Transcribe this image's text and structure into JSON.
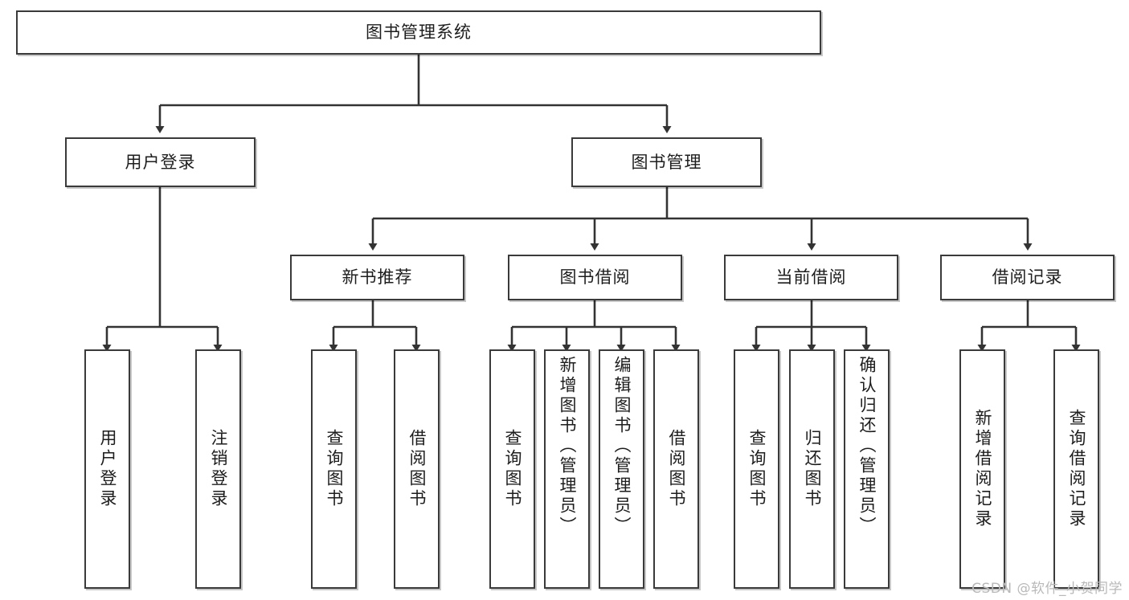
{
  "diagram": {
    "title": "图书管理系统",
    "watermark": "CSDN @软件_小贺同学",
    "colors": {
      "box_border": "#3a3a3a",
      "box_fill": "#ffffff",
      "connector": "#333333",
      "text": "#1d1d1d",
      "watermark": "#b9b9b9"
    },
    "nodes": {
      "root": {
        "label": "图书管理系统"
      },
      "level2": [
        {
          "id": "user-login",
          "label": "用户登录"
        },
        {
          "id": "book-management",
          "label": "图书管理"
        }
      ],
      "level3": [
        {
          "id": "new-book-recommend",
          "label": "新书推荐"
        },
        {
          "id": "book-borrow",
          "label": "图书借阅"
        },
        {
          "id": "current-borrow",
          "label": "当前借阅"
        },
        {
          "id": "borrow-record",
          "label": "借阅记录"
        }
      ],
      "leaves": {
        "user-login": [
          {
            "id": "leaf-user-login",
            "label": "用户登录"
          },
          {
            "id": "leaf-logout-login",
            "label": "注销登录"
          }
        ],
        "new-book-recommend": [
          {
            "id": "leaf-query-book-1",
            "label": "查询图书"
          },
          {
            "id": "leaf-borrow-book-1",
            "label": "借阅图书"
          }
        ],
        "book-borrow": [
          {
            "id": "leaf-query-book-2",
            "label": "查询图书"
          },
          {
            "id": "leaf-add-book",
            "label": "新增图书（管理员）"
          },
          {
            "id": "leaf-edit-book",
            "label": "编辑图书（管理员）"
          },
          {
            "id": "leaf-borrow-book-2",
            "label": "借阅图书"
          }
        ],
        "current-borrow": [
          {
            "id": "leaf-query-book-3",
            "label": "查询图书"
          },
          {
            "id": "leaf-return-book",
            "label": "归还图书"
          },
          {
            "id": "leaf-confirm-return",
            "label": "确认归还（管理员）"
          }
        ],
        "borrow-record": [
          {
            "id": "leaf-add-borrow-record",
            "label": "新增借阅记录"
          },
          {
            "id": "leaf-query-borrow-record",
            "label": "查询借阅记录"
          }
        ]
      }
    }
  }
}
